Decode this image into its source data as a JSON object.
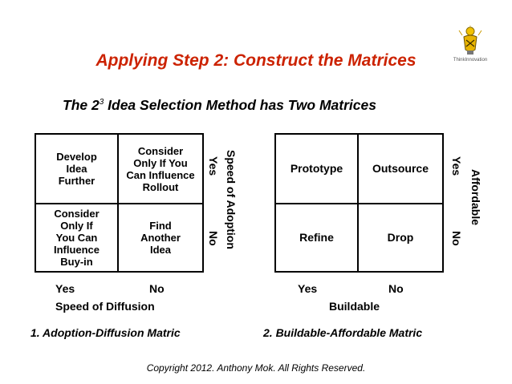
{
  "title": "Applying Step 2: Construct the Matrices",
  "subtitle": {
    "prefix": "The 2",
    "exponent": "3",
    "suffix": " Idea Selection Method has Two Matrices"
  },
  "logo": {
    "text": "ThinkInnovation"
  },
  "matrix1": {
    "cells": [
      "Develop\nIdea\nFurther",
      "Consider\nOnly If You\nCan Influence\nRollout",
      "Consider\nOnly If\nYou Can\nInfluence\nBuy-in",
      "Find\nAnother\nIdea"
    ],
    "x_values": [
      "Yes",
      "No"
    ],
    "x_label": "Speed of Diffusion",
    "y_label": "Speed of Adoption",
    "y_values": [
      "Yes",
      "No"
    ],
    "caption": "1.  Adoption-Diffusion Matric"
  },
  "matrix2": {
    "cells": [
      "Prototype",
      "Outsource",
      "Refine",
      "Drop"
    ],
    "x_values": [
      "Yes",
      "No"
    ],
    "x_label": "Buildable",
    "y_label": "Affordable",
    "y_values": [
      "Yes",
      "No"
    ],
    "caption": "2.  Buildable-Affordable Matric"
  },
  "copyright": "Copyright 2012. Anthony Mok. All Rights Reserved."
}
